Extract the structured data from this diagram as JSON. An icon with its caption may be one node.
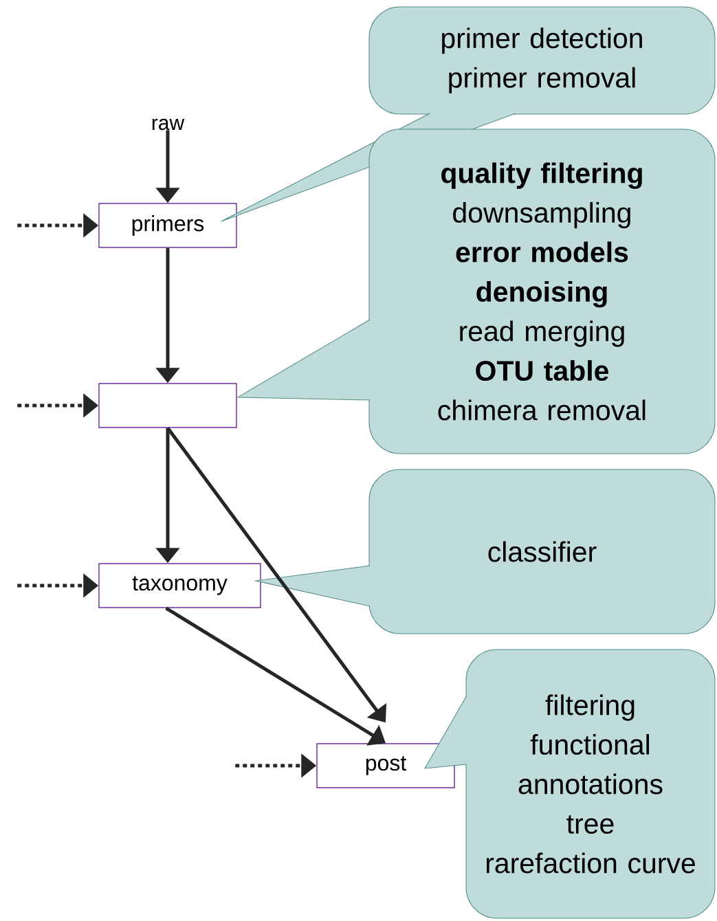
{
  "diagram": {
    "nodes": [
      {
        "text": [
          "raw"
        ]
      },
      {
        "text": [
          "primers"
        ]
      },
      {
        "text": [],
        "shape": "box"
      },
      {
        "text": [
          "taxonomy"
        ]
      },
      {
        "text": [
          "post"
        ]
      },
      {
        "text": [
          "primer detection",
          "primer removal"
        ]
      },
      {
        "text": [
          "**quality filtering**",
          "downsampling",
          "**error models**",
          "**denoising**",
          "read merging",
          "**OTU table**",
          "chimera removal"
        ]
      },
      {
        "text": [
          "classifier"
        ]
      },
      {
        "text": [
          "filtering",
          "functional annotations",
          "tree",
          "rarefaction curve"
        ]
      }
    ],
    "edges": [
      {
        "from": 0,
        "to": 1,
        "arrow": "to"
      },
      {
        "from": 1,
        "to": 2,
        "arrow": "to"
      },
      {
        "from": 2,
        "to": 3,
        "arrow": "to"
      },
      {
        "from": 2,
        "to": 4,
        "arrow": "to"
      },
      {
        "from": 3,
        "to": 4,
        "arrow": "to"
      },
      {
        "from": null,
        "to": 1,
        "arrow": "to",
        "style": "dashed"
      },
      {
        "from": null,
        "to": 2,
        "arrow": "to",
        "style": "dashed"
      },
      {
        "from": null,
        "to": 3,
        "arrow": "to",
        "style": "dashed"
      },
      {
        "from": null,
        "to": 4,
        "arrow": "to",
        "style": "dashed"
      }
    ]
  }
}
